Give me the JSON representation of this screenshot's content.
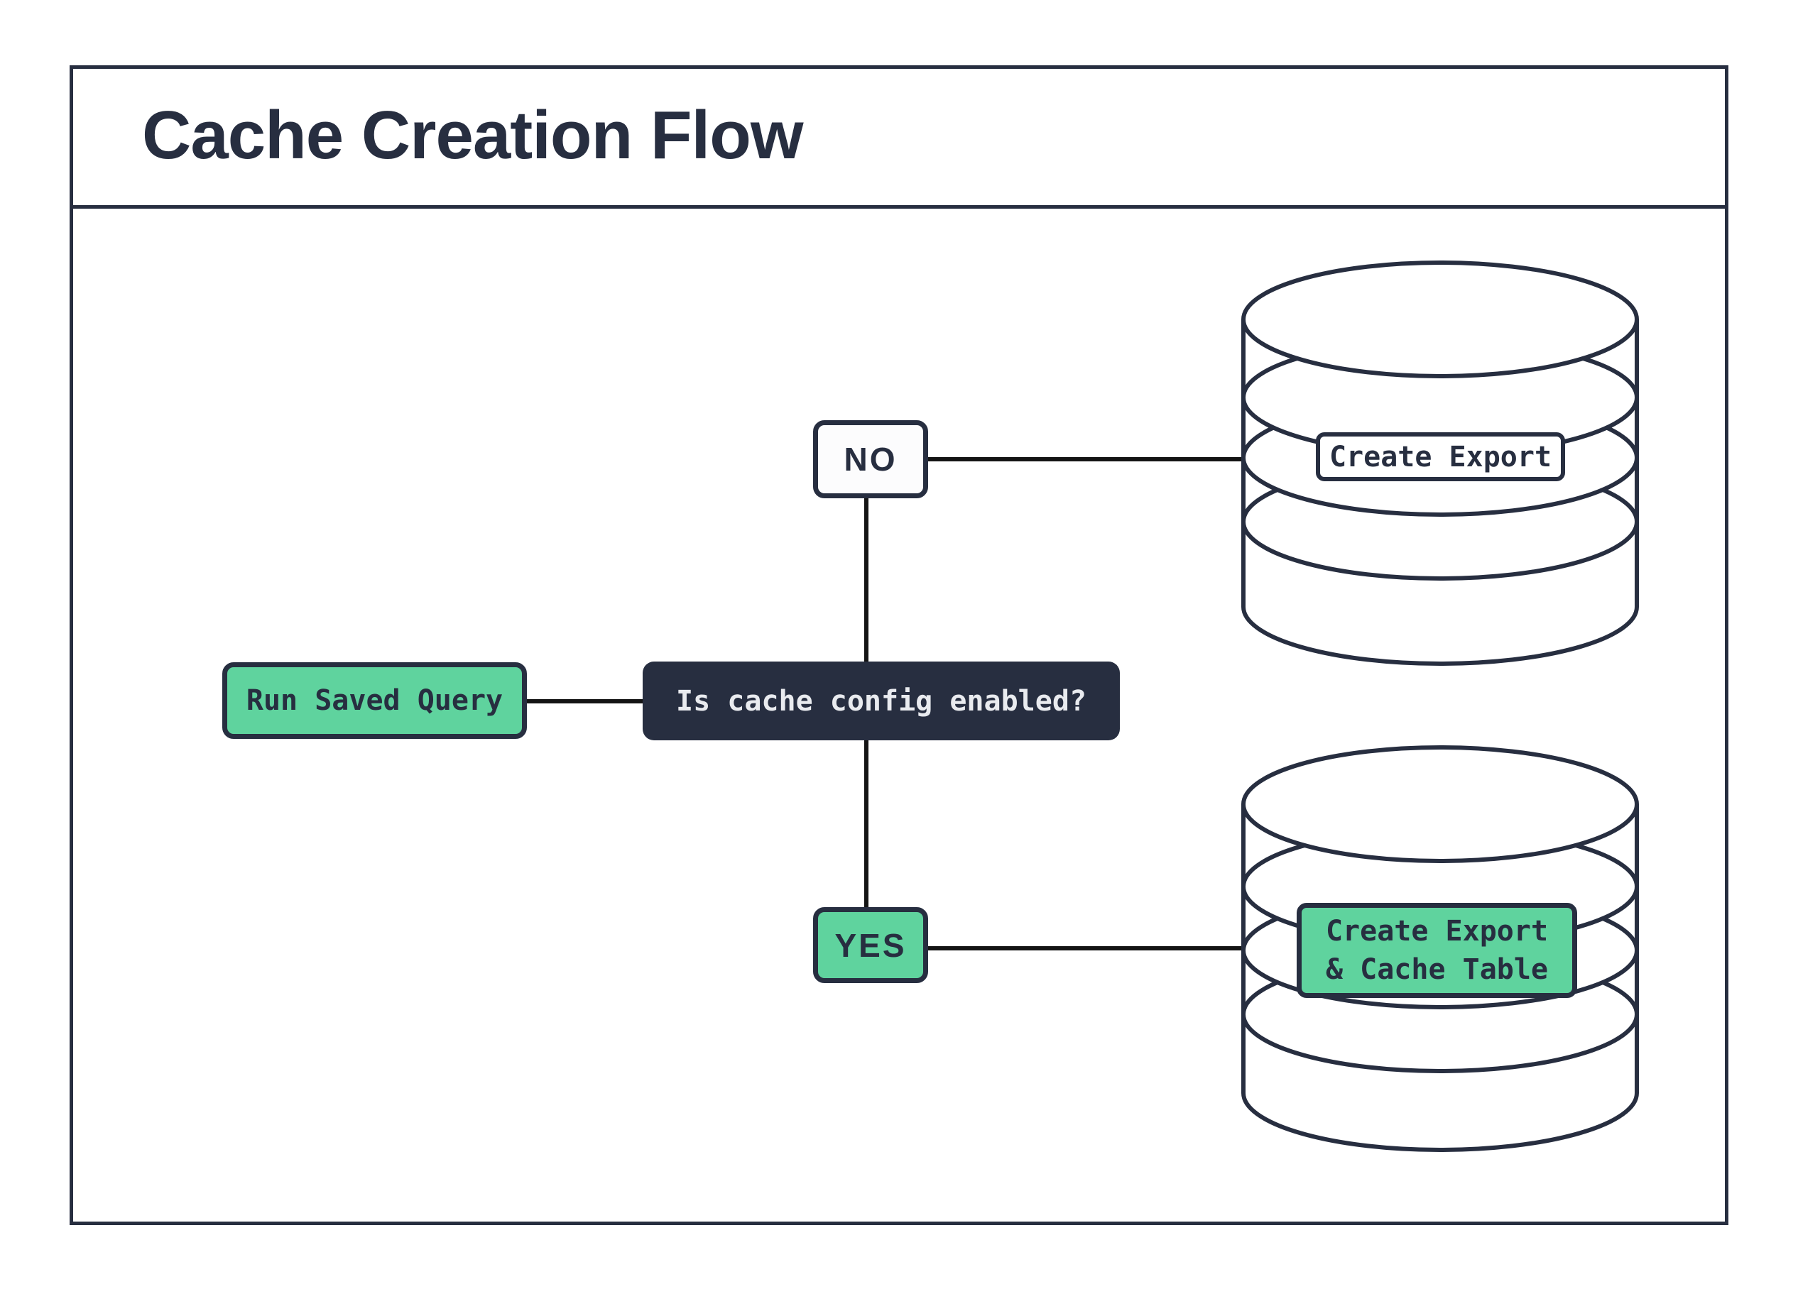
{
  "title": "Cache Creation Flow",
  "colors": {
    "navy": "#272E40",
    "green": "#5FD39E",
    "line": "#141414",
    "paper": "#FFFFFF",
    "lighttext": "#E9EBEF"
  },
  "nodes": {
    "start": {
      "label": "Run Saved Query"
    },
    "decision": {
      "label": "Is cache config enabled?"
    },
    "no_branch": {
      "label": "NO"
    },
    "yes_branch": {
      "label": "YES"
    },
    "no_result": {
      "label": "Create Export"
    },
    "yes_result": {
      "lines": [
        "Create Export",
        "& Cache Table"
      ]
    }
  }
}
